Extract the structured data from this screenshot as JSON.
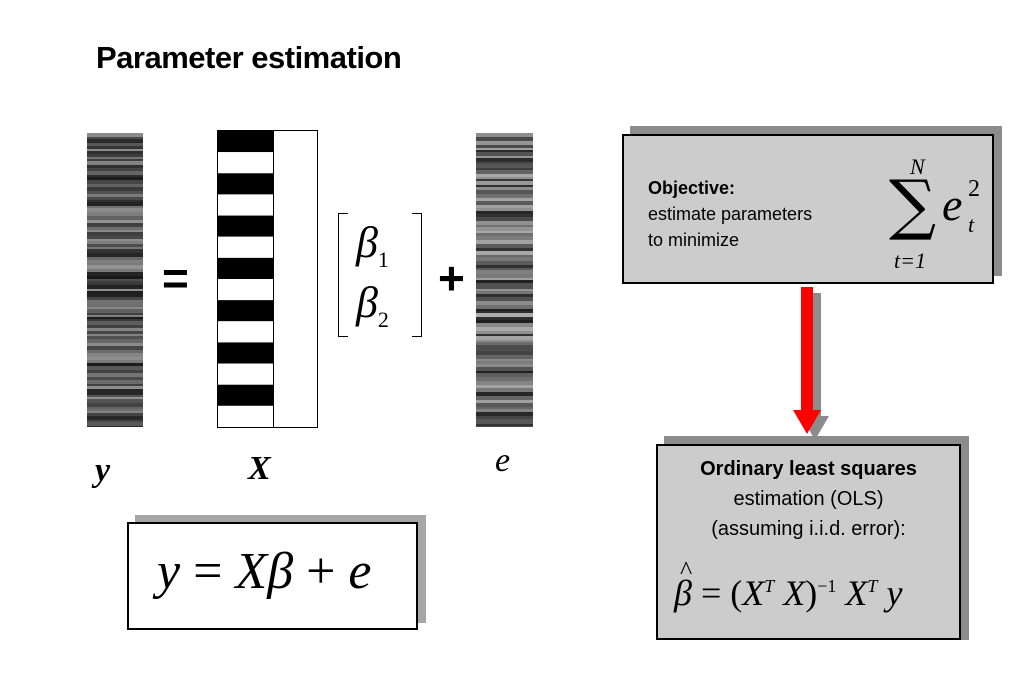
{
  "title": "Parameter estimation",
  "labels": {
    "y": "y",
    "X": "X",
    "e": "e"
  },
  "operators": {
    "equals": "=",
    "plus": "+"
  },
  "beta": {
    "b1": "β",
    "b1_sub": "1",
    "b2": "β",
    "b2_sub": "2"
  },
  "model_equation": {
    "lhs": "y",
    "eq": "=",
    "rhs_X": "X",
    "rhs_beta": "β",
    "plus": "+",
    "e": "e"
  },
  "objective": {
    "heading": "Objective:",
    "line1": "estimate parameters",
    "line2": "to minimize",
    "sum_upper": "N",
    "sum_lower": "t=1",
    "sum_symbol": "∑",
    "term": "e",
    "term_sup": "2",
    "term_sub": "t"
  },
  "ols": {
    "heading": "Ordinary least squares",
    "line1": "estimation (OLS)",
    "line2": "(assuming i.i.d. error):",
    "formula_lhs": "β",
    "formula_hat": "^",
    "formula_eq": "=",
    "formula_open": "(",
    "formula_X1": "X",
    "formula_T1": "T",
    "formula_X2": "X",
    "formula_close": ")",
    "formula_inv": "−1",
    "formula_X3": "X",
    "formula_T2": "T",
    "formula_y": "y"
  },
  "colors": {
    "arrow": "#ff0000",
    "box_fill": "#cccccc",
    "shadow": "#8c8c8c"
  }
}
